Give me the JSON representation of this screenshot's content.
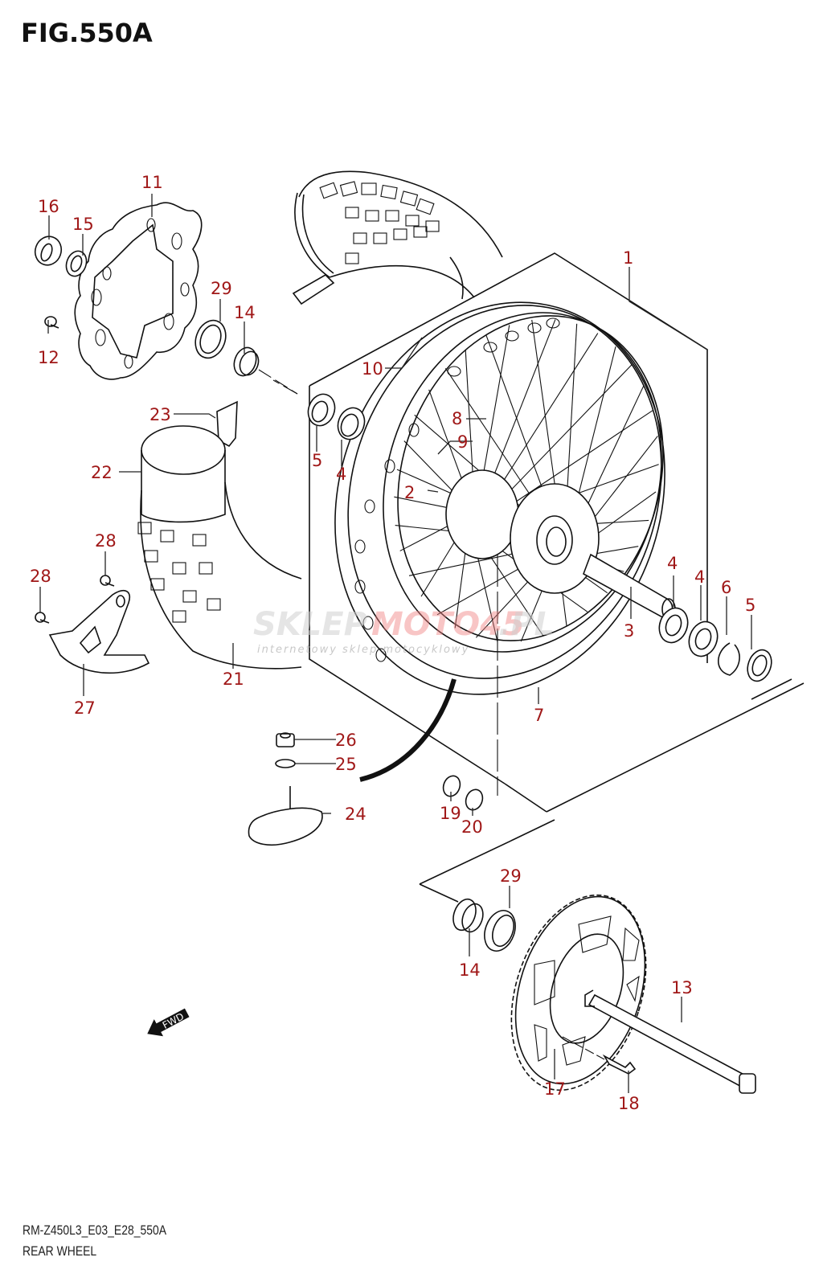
{
  "figure": {
    "title": "FIG.550A",
    "code": "RM-Z450L3_E03_E28_550A",
    "name": "REAR WHEEL"
  },
  "watermark": {
    "brand_gray": "SKLEP",
    "brand_red": "MOTO45",
    "brand_suffix": ".PL",
    "tagline": "internetowy sklep motocyklowy"
  },
  "direction_marker": {
    "icon": "fwd-arrow-icon",
    "label": "FWD"
  },
  "colors": {
    "callout": "#a01818",
    "line": "#111111",
    "background": "#ffffff"
  },
  "callouts": [
    {
      "id": "c1",
      "label": "1",
      "part": "rear-wheel-assembly"
    },
    {
      "id": "c2",
      "label": "2",
      "part": "hub"
    },
    {
      "id": "c3",
      "label": "3",
      "part": "spacer"
    },
    {
      "id": "c4a",
      "label": "4",
      "part": "bearing"
    },
    {
      "id": "c4b",
      "label": "4",
      "part": "bearing"
    },
    {
      "id": "c4c",
      "label": "4",
      "part": "bearing"
    },
    {
      "id": "c5a",
      "label": "5",
      "part": "oil-seal"
    },
    {
      "id": "c5b",
      "label": "5",
      "part": "oil-seal"
    },
    {
      "id": "c6",
      "label": "6",
      "part": "circlip"
    },
    {
      "id": "c7",
      "label": "7",
      "part": "rim"
    },
    {
      "id": "c8",
      "label": "8",
      "part": "spoke-set"
    },
    {
      "id": "c9",
      "label": "9",
      "part": "spoke-set"
    },
    {
      "id": "c10",
      "label": "10",
      "part": "spoke-nipple"
    },
    {
      "id": "c11",
      "label": "11",
      "part": "brake-disc"
    },
    {
      "id": "c12",
      "label": "12",
      "part": "disc-bolt"
    },
    {
      "id": "c13",
      "label": "13",
      "part": "rear-axle"
    },
    {
      "id": "c14a",
      "label": "14",
      "part": "spacer"
    },
    {
      "id": "c14b",
      "label": "14",
      "part": "spacer"
    },
    {
      "id": "c15",
      "label": "15",
      "part": "washer"
    },
    {
      "id": "c16",
      "label": "16",
      "part": "axle-nut"
    },
    {
      "id": "c17",
      "label": "17",
      "part": "sprocket"
    },
    {
      "id": "c18",
      "label": "18",
      "part": "sprocket-bolt"
    },
    {
      "id": "c19",
      "label": "19",
      "part": "sprocket-nut"
    },
    {
      "id": "c20",
      "label": "20",
      "part": "washer"
    },
    {
      "id": "c21",
      "label": "21",
      "part": "tire"
    },
    {
      "id": "c22",
      "label": "22",
      "part": "tube"
    },
    {
      "id": "c23",
      "label": "23",
      "part": "rim-band"
    },
    {
      "id": "c24",
      "label": "24",
      "part": "tire-lock"
    },
    {
      "id": "c25",
      "label": "25",
      "part": "washer"
    },
    {
      "id": "c26",
      "label": "26",
      "part": "nut"
    },
    {
      "id": "c27",
      "label": "27",
      "part": "disc-guard"
    },
    {
      "id": "c28a",
      "label": "28",
      "part": "guard-bolt"
    },
    {
      "id": "c28b",
      "label": "28",
      "part": "guard-bolt"
    },
    {
      "id": "c29a",
      "label": "29",
      "part": "dust-seal"
    },
    {
      "id": "c29b",
      "label": "29",
      "part": "dust-seal"
    }
  ]
}
